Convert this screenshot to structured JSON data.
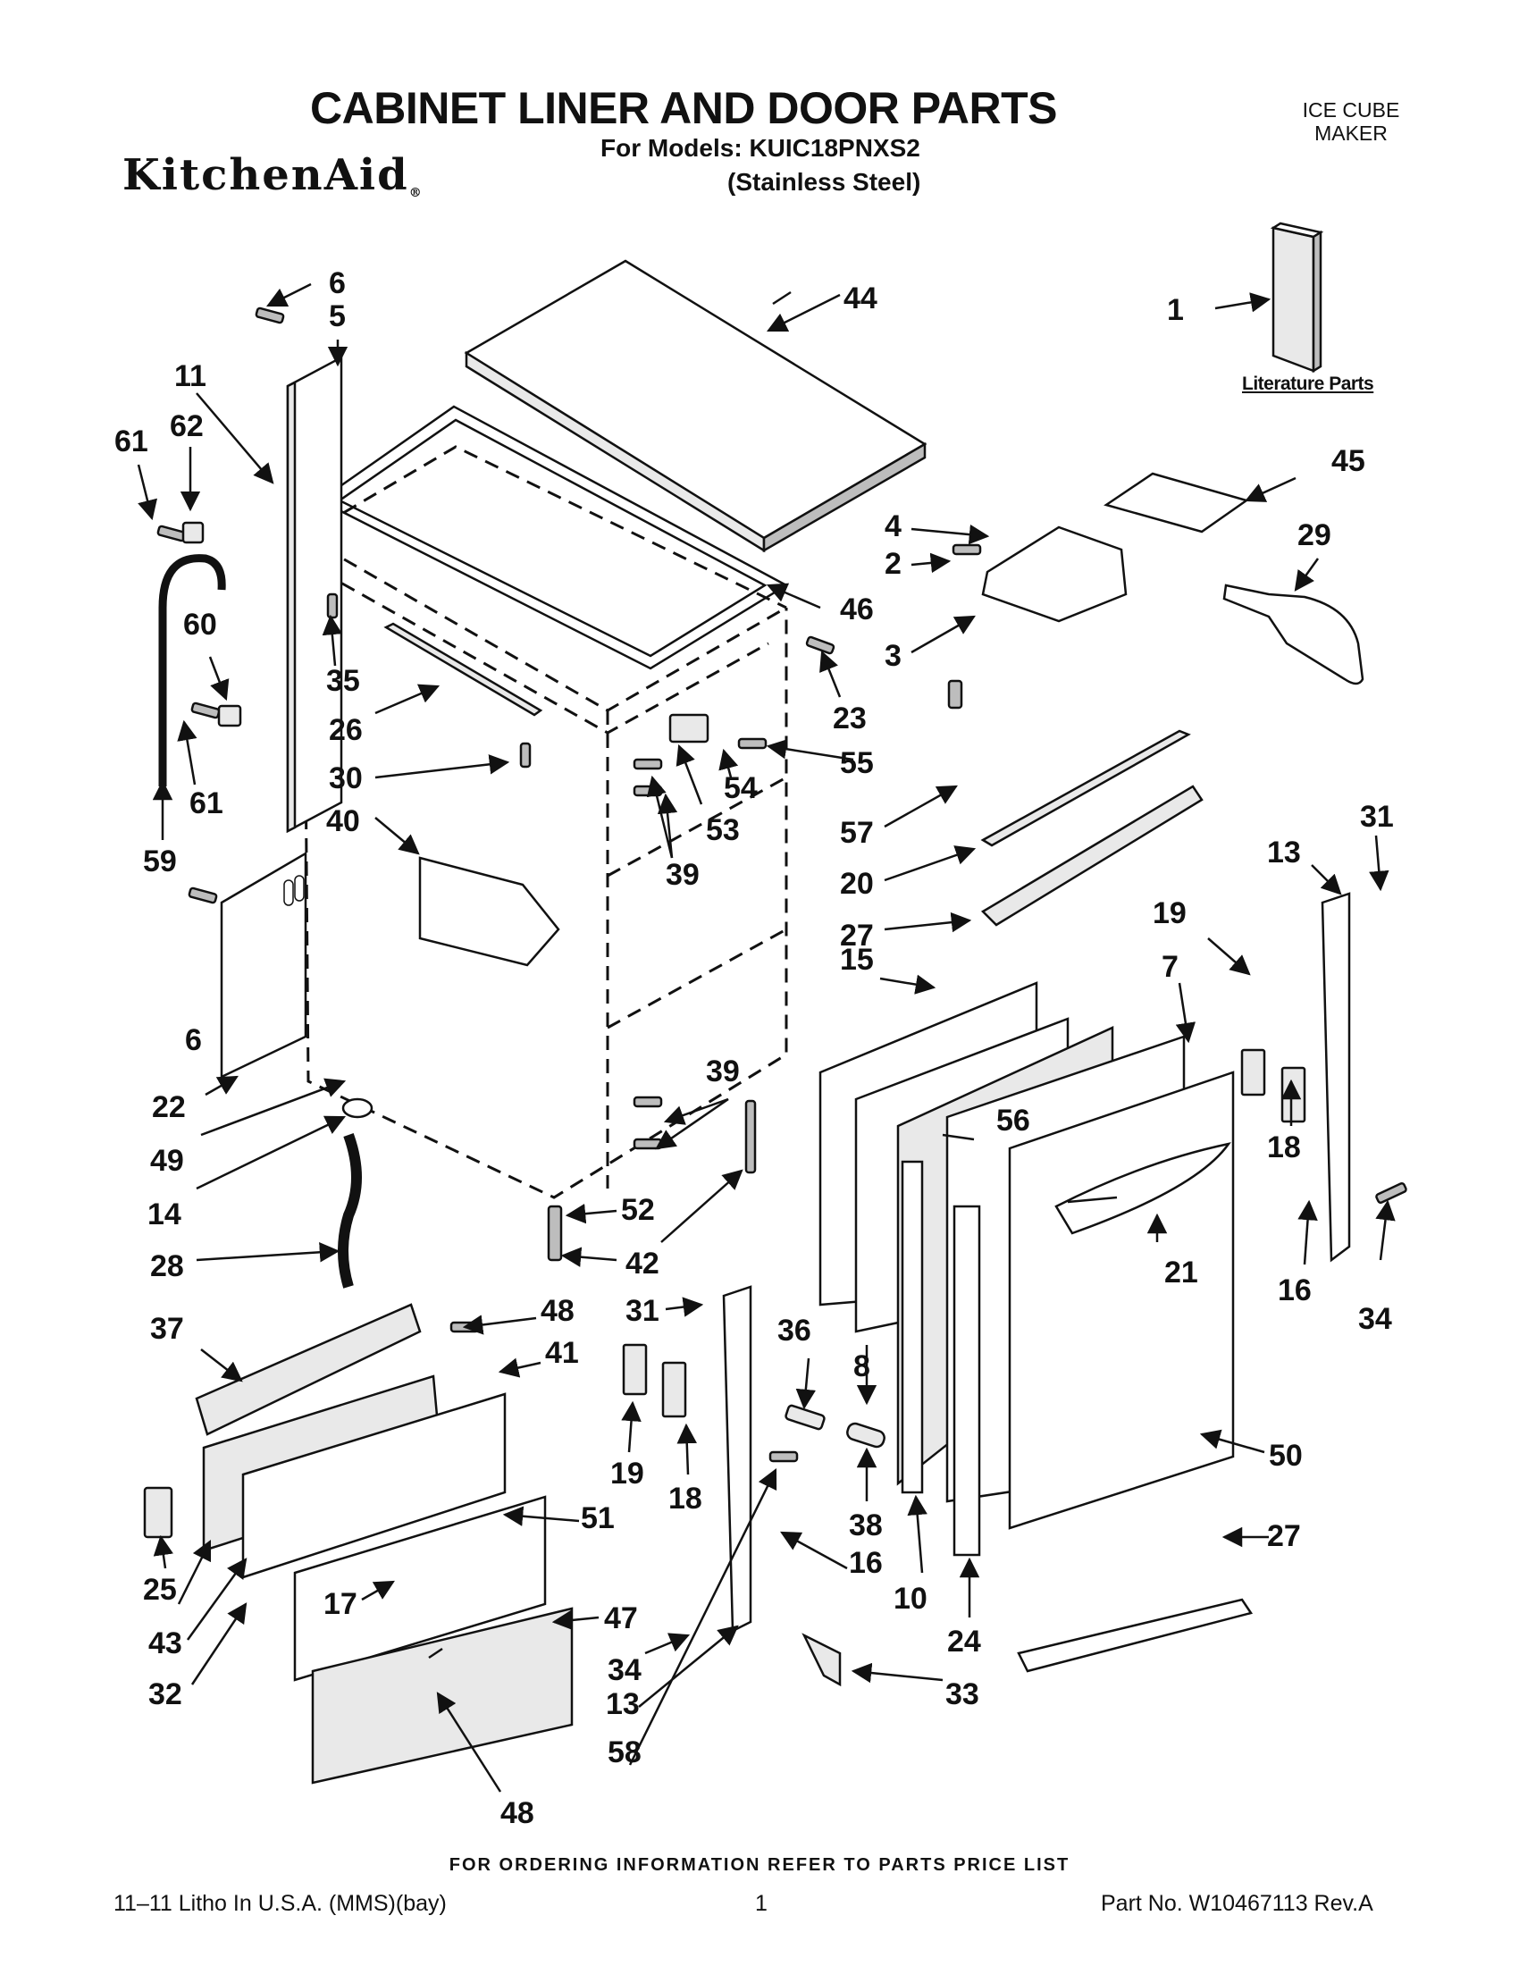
{
  "header": {
    "title": "CABINET LINER AND DOOR PARTS",
    "models_line": "For Models: KUIC18PNXS2",
    "variant": "(Stainless Steel)",
    "category_line1": "ICE CUBE",
    "category_line2": "MAKER",
    "brand": "KitchenAid"
  },
  "literature": {
    "label": "Literature Parts"
  },
  "callouts": [
    {
      "id": "c1",
      "text": "1"
    },
    {
      "id": "c2",
      "text": "2"
    },
    {
      "id": "c3",
      "text": "3"
    },
    {
      "id": "c4",
      "text": "4"
    },
    {
      "id": "c5",
      "text": "5"
    },
    {
      "id": "c6a",
      "text": "6"
    },
    {
      "id": "c6b",
      "text": "6"
    },
    {
      "id": "c7",
      "text": "7"
    },
    {
      "id": "c8",
      "text": "8"
    },
    {
      "id": "c10",
      "text": "10"
    },
    {
      "id": "c11",
      "text": "11"
    },
    {
      "id": "c13a",
      "text": "13"
    },
    {
      "id": "c13b",
      "text": "13"
    },
    {
      "id": "c14",
      "text": "14"
    },
    {
      "id": "c15",
      "text": "15"
    },
    {
      "id": "c16a",
      "text": "16"
    },
    {
      "id": "c16b",
      "text": "16"
    },
    {
      "id": "c17",
      "text": "17"
    },
    {
      "id": "c18a",
      "text": "18"
    },
    {
      "id": "c18b",
      "text": "18"
    },
    {
      "id": "c19a",
      "text": "19"
    },
    {
      "id": "c19b",
      "text": "19"
    },
    {
      "id": "c20",
      "text": "20"
    },
    {
      "id": "c21",
      "text": "21"
    },
    {
      "id": "c22",
      "text": "22"
    },
    {
      "id": "c23",
      "text": "23"
    },
    {
      "id": "c24",
      "text": "24"
    },
    {
      "id": "c25",
      "text": "25"
    },
    {
      "id": "c26",
      "text": "26"
    },
    {
      "id": "c27a",
      "text": "27"
    },
    {
      "id": "c27b",
      "text": "27"
    },
    {
      "id": "c28",
      "text": "28"
    },
    {
      "id": "c29",
      "text": "29"
    },
    {
      "id": "c30",
      "text": "30"
    },
    {
      "id": "c31a",
      "text": "31"
    },
    {
      "id": "c31b",
      "text": "31"
    },
    {
      "id": "c32",
      "text": "32"
    },
    {
      "id": "c33",
      "text": "33"
    },
    {
      "id": "c34a",
      "text": "34"
    },
    {
      "id": "c34b",
      "text": "34"
    },
    {
      "id": "c35",
      "text": "35"
    },
    {
      "id": "c36",
      "text": "36"
    },
    {
      "id": "c37",
      "text": "37"
    },
    {
      "id": "c38",
      "text": "38"
    },
    {
      "id": "c39a",
      "text": "39"
    },
    {
      "id": "c39b",
      "text": "39"
    },
    {
      "id": "c40",
      "text": "40"
    },
    {
      "id": "c41",
      "text": "41"
    },
    {
      "id": "c42",
      "text": "42"
    },
    {
      "id": "c43",
      "text": "43"
    },
    {
      "id": "c44",
      "text": "44"
    },
    {
      "id": "c45",
      "text": "45"
    },
    {
      "id": "c46",
      "text": "46"
    },
    {
      "id": "c47",
      "text": "47"
    },
    {
      "id": "c48a",
      "text": "48"
    },
    {
      "id": "c48b",
      "text": "48"
    },
    {
      "id": "c49",
      "text": "49"
    },
    {
      "id": "c50",
      "text": "50"
    },
    {
      "id": "c51",
      "text": "51"
    },
    {
      "id": "c52",
      "text": "52"
    },
    {
      "id": "c53",
      "text": "53"
    },
    {
      "id": "c54",
      "text": "54"
    },
    {
      "id": "c55",
      "text": "55"
    },
    {
      "id": "c56",
      "text": "56"
    },
    {
      "id": "c57",
      "text": "57"
    },
    {
      "id": "c58",
      "text": "58"
    },
    {
      "id": "c59",
      "text": "59"
    },
    {
      "id": "c60",
      "text": "60"
    },
    {
      "id": "c61a",
      "text": "61"
    },
    {
      "id": "c61b",
      "text": "61"
    },
    {
      "id": "c62",
      "text": "62"
    }
  ],
  "footer": {
    "ordering_note": "FOR ORDERING INFORMATION REFER TO PARTS PRICE LIST",
    "litho": "11–11 Litho In U.S.A. (MMS)(bay)",
    "page": "1",
    "part_no": "Part No. W10467113 Rev.A"
  }
}
